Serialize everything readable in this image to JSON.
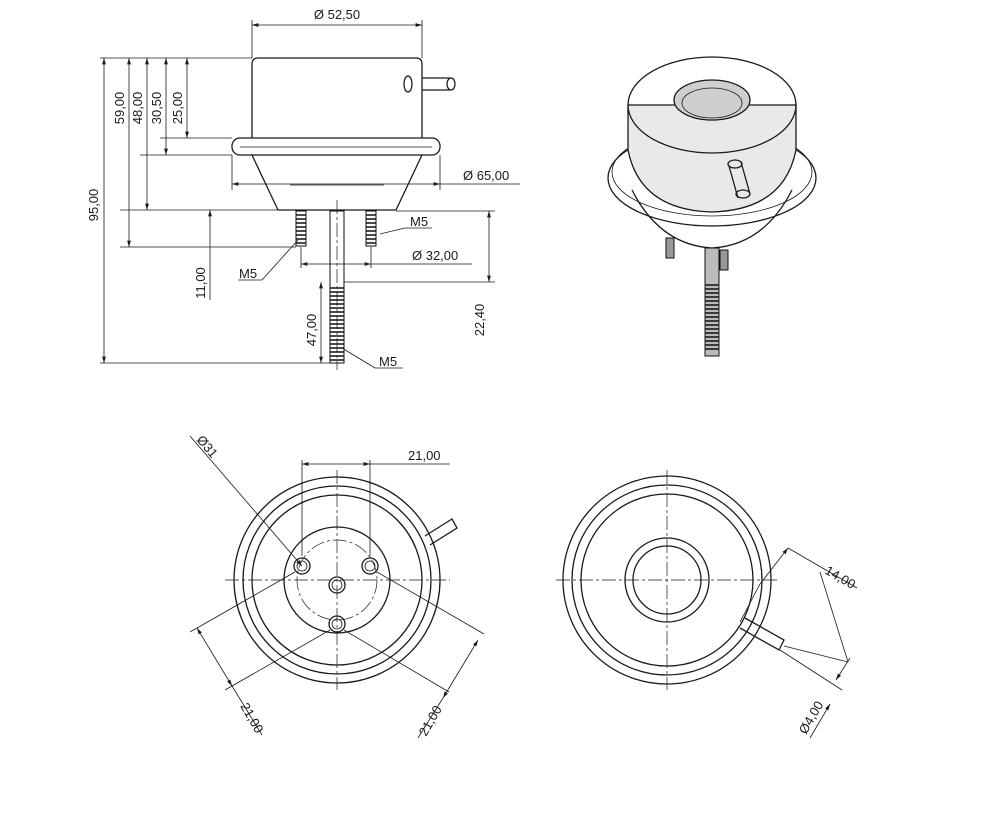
{
  "front_view": {
    "dia_body": "Ø 52,50",
    "dia_flange": "Ø 65,00",
    "dia_bolt_circle": "Ø 32,00",
    "h_total": "95,00",
    "h_59": "59,00",
    "h_48": "48,00",
    "h_30": "30,50",
    "h_25": "25,00",
    "h_11": "11,00",
    "h_47": "47,00",
    "h_22": "22,40",
    "thread_right": "M5",
    "thread_left": "M5",
    "thread_rod": "M5"
  },
  "bottom_view": {
    "dia_31": "Ø31",
    "dim_top": "21,00",
    "dim_left": "21,00",
    "dim_right": "21,00"
  },
  "top_view": {
    "dim_14": "14,00",
    "dim_port": "Ø4,00"
  }
}
